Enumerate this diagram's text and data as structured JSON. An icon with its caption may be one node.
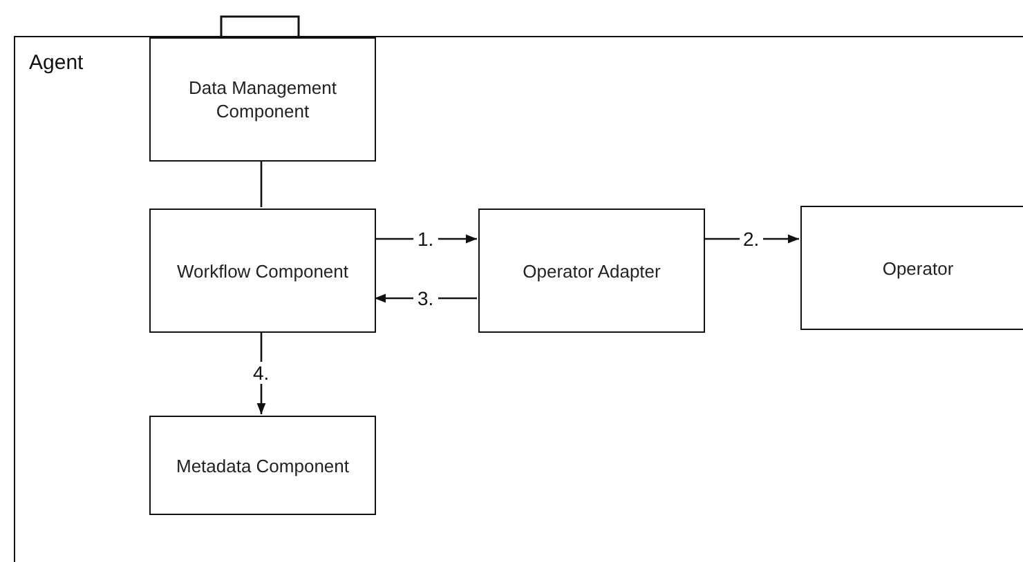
{
  "diagram": {
    "nodes": [
      {
        "text": [
          "Agent"
        ]
      },
      {
        "text": [
          "Data Management Component"
        ],
        "in": 0
      },
      {
        "text": [
          "Workflow Component"
        ],
        "in": 0
      },
      {
        "text": [
          "Operator Adapter"
        ],
        "in": 0
      },
      {
        "text": [
          "Operator"
        ],
        "in": 0
      },
      {
        "text": [
          "Metadata Component"
        ],
        "in": 0
      }
    ],
    "edges": [
      {
        "from": 1,
        "to": 2,
        "arrow": "none"
      },
      {
        "from": 2,
        "to": 3,
        "arrow": "to",
        "label": "1."
      },
      {
        "from": 3,
        "to": 4,
        "arrow": "to",
        "label": "2."
      },
      {
        "from": 3,
        "to": 2,
        "arrow": "to",
        "label": "3."
      },
      {
        "from": 2,
        "to": 5,
        "arrow": "to",
        "label": "4."
      }
    ]
  }
}
